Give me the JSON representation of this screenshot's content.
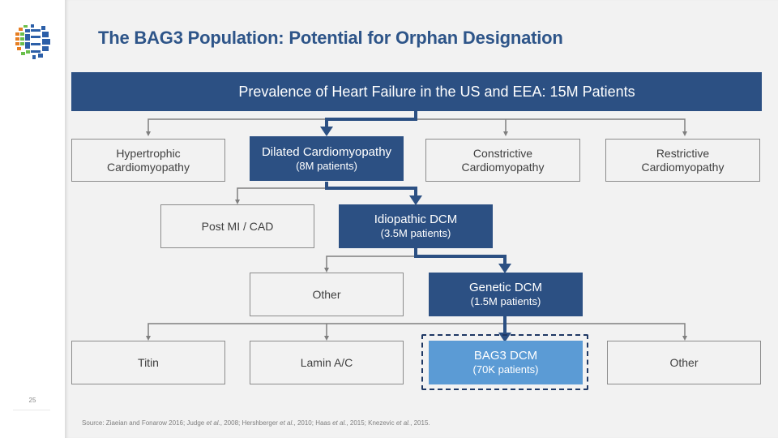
{
  "slide": {
    "title": "The BAG3 Population: Potential for Orphan Designation",
    "page_number": "25",
    "logo": "globe-logo-icon"
  },
  "diagram": {
    "root": {
      "label": "Prevalence of Heart Failure in the US and EEA: 15M Patients"
    },
    "level1": [
      {
        "label": "Hypertrophic",
        "label2": "Cardiomyopathy",
        "highlight": false
      },
      {
        "label": "Dilated Cardiomyopathy",
        "sub": "(8M patients)",
        "highlight": true
      },
      {
        "label": "Constrictive",
        "label2": "Cardiomyopathy",
        "highlight": false
      },
      {
        "label": "Restrictive",
        "label2": "Cardiomyopathy",
        "highlight": false
      }
    ],
    "level2": [
      {
        "label": "Post MI / CAD",
        "highlight": false
      },
      {
        "label": "Idiopathic DCM",
        "sub": "(3.5M patients)",
        "highlight": true
      }
    ],
    "level3": [
      {
        "label": "Other",
        "highlight": false
      },
      {
        "label": "Genetic DCM",
        "sub": "(1.5M patients)",
        "highlight": true
      }
    ],
    "level4": [
      {
        "label": "Titin",
        "highlight": false
      },
      {
        "label": "Lamin A/C",
        "highlight": false
      },
      {
        "label": "BAG3 DCM",
        "sub": "(70K patients)",
        "highlight": true,
        "focus": true
      },
      {
        "label": "Other",
        "highlight": false
      }
    ],
    "colors": {
      "highlight_path": "#2c5083",
      "focus_box": "#5b9bd5",
      "focus_outline": "#1f3864",
      "title": "#2e5589",
      "connector": "#7f7f7f"
    }
  },
  "footer": {
    "source_prefix": "Source: Ziaeian and Fonarow 2016; Judge ",
    "etal": "et al.",
    "s1": ", 2008; Hershberger ",
    "s2": ", 2010; Haas ",
    "s3": ", 2015; Knezevic ",
    "s4": ", 2015."
  }
}
